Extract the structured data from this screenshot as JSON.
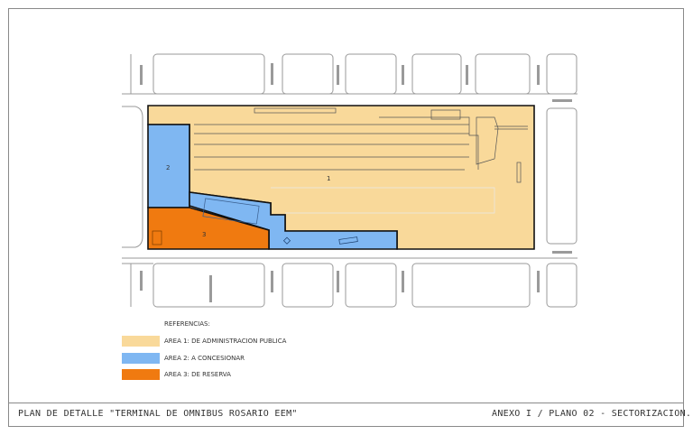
{
  "footer": {
    "left": "PLAN DE DETALLE  \"TERMINAL DE OMNIBUS ROSARIO EEM\"",
    "right": "ANEXO I / PLANO 02 - SECTORIZACION."
  },
  "legend": {
    "title": "REFERENCIAS:",
    "items": [
      {
        "label": "AREA 1: DE ADMINISTRACION PUBLICA",
        "color": "#f9d99a"
      },
      {
        "label": "AREA 2: A CONCESIONAR",
        "color": "#7fb7f2"
      },
      {
        "label": "AREA 3: DE RESERVA",
        "color": "#f07a10"
      }
    ]
  },
  "area_labels": {
    "area1": "1",
    "area2": "2",
    "area3": "3"
  },
  "colors": {
    "area1": "#f9d99a",
    "area2": "#7fb7f2",
    "area3": "#f07a10",
    "outline": "#111111",
    "street": "#9a9a9a"
  }
}
